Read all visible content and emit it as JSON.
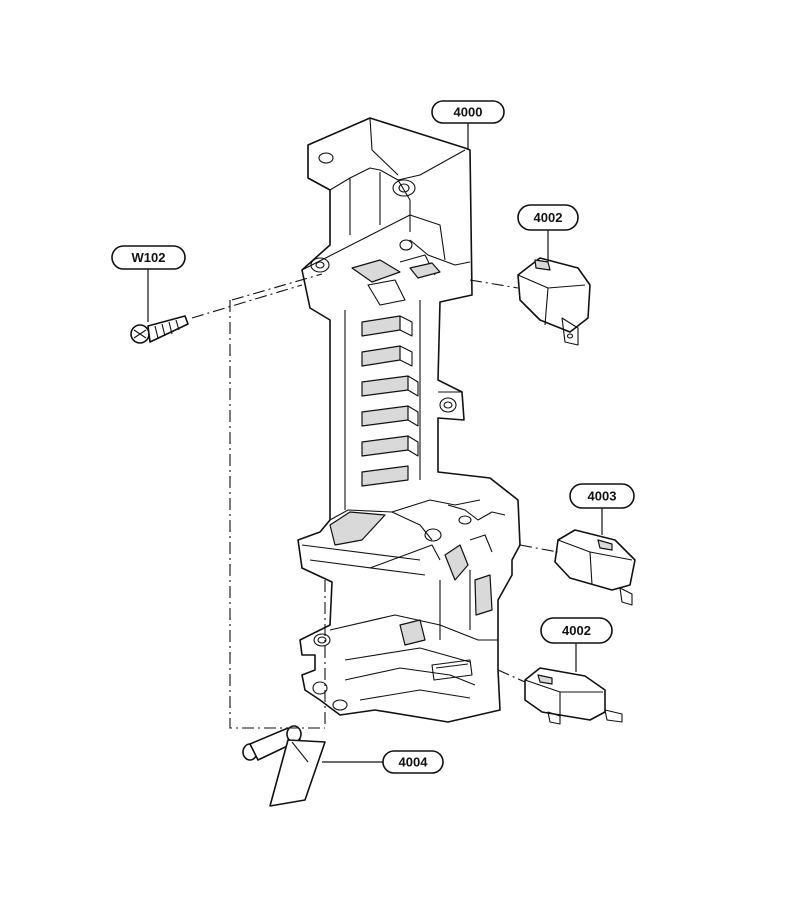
{
  "callouts": {
    "c4000": "4000",
    "c4002a": "4002",
    "cw102": "W102",
    "c4003": "4003",
    "c4002b": "4002",
    "c4004": "4004"
  },
  "colors": {
    "line": "#111111",
    "shade": "#d9d9d9",
    "background": "#ffffff"
  }
}
